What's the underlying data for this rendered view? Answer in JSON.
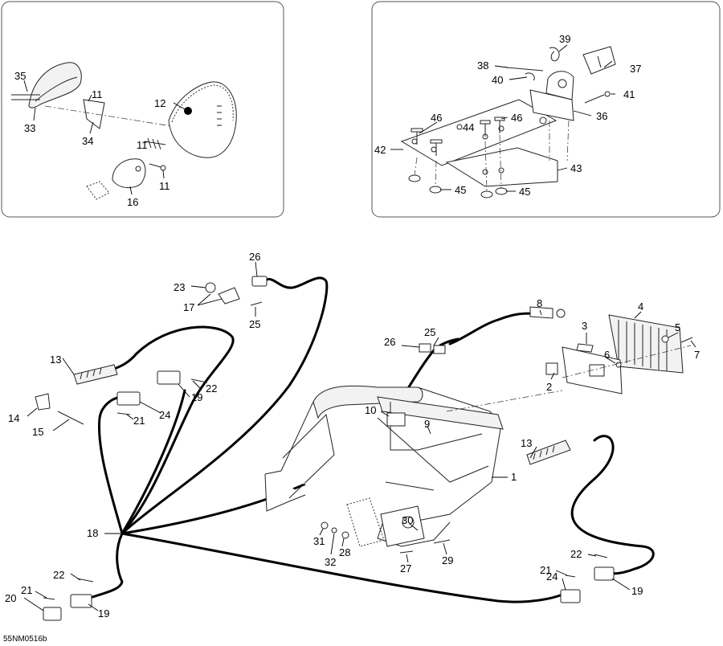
{
  "diagram": {
    "ref_code": "55NM0516b",
    "callouts": [
      {
        "key": "c35",
        "text": "35"
      },
      {
        "key": "c33",
        "text": "33"
      },
      {
        "key": "c34",
        "text": "34"
      },
      {
        "key": "c11a",
        "text": "11"
      },
      {
        "key": "c12",
        "text": "12"
      },
      {
        "key": "c11b",
        "text": "11"
      },
      {
        "key": "c11c",
        "text": "11"
      },
      {
        "key": "c16",
        "text": "16"
      },
      {
        "key": "c39",
        "text": "39"
      },
      {
        "key": "c38",
        "text": "38"
      },
      {
        "key": "c37",
        "text": "37"
      },
      {
        "key": "c40",
        "text": "40"
      },
      {
        "key": "c41",
        "text": "41"
      },
      {
        "key": "c36",
        "text": "36"
      },
      {
        "key": "c46a",
        "text": "46"
      },
      {
        "key": "c44",
        "text": "44"
      },
      {
        "key": "c46b",
        "text": "46"
      },
      {
        "key": "c42",
        "text": "42"
      },
      {
        "key": "c43",
        "text": "43"
      },
      {
        "key": "c45a",
        "text": "45"
      },
      {
        "key": "c45b",
        "text": "45"
      },
      {
        "key": "c26a",
        "text": "26"
      },
      {
        "key": "c23",
        "text": "23"
      },
      {
        "key": "c17",
        "text": "17"
      },
      {
        "key": "c25a",
        "text": "25"
      },
      {
        "key": "c13a",
        "text": "13"
      },
      {
        "key": "c22a",
        "text": "22"
      },
      {
        "key": "c19a",
        "text": "19"
      },
      {
        "key": "c14",
        "text": "14"
      },
      {
        "key": "c24a",
        "text": "24"
      },
      {
        "key": "c21a",
        "text": "21"
      },
      {
        "key": "c15",
        "text": "15"
      },
      {
        "key": "c18",
        "text": "18"
      },
      {
        "key": "c22b",
        "text": "22"
      },
      {
        "key": "c21b",
        "text": "21"
      },
      {
        "key": "c20",
        "text": "20"
      },
      {
        "key": "c19b",
        "text": "19"
      },
      {
        "key": "c8",
        "text": "8"
      },
      {
        "key": "c4",
        "text": "4"
      },
      {
        "key": "c25b",
        "text": "25"
      },
      {
        "key": "c26b",
        "text": "26"
      },
      {
        "key": "c3",
        "text": "3"
      },
      {
        "key": "c5",
        "text": "5"
      },
      {
        "key": "c7",
        "text": "7"
      },
      {
        "key": "c6",
        "text": "6"
      },
      {
        "key": "c2",
        "text": "2"
      },
      {
        "key": "c10",
        "text": "10"
      },
      {
        "key": "c9",
        "text": "9"
      },
      {
        "key": "c13b",
        "text": "13"
      },
      {
        "key": "c1",
        "text": "1"
      },
      {
        "key": "c30",
        "text": "30"
      },
      {
        "key": "c31",
        "text": "31"
      },
      {
        "key": "c28",
        "text": "28"
      },
      {
        "key": "c32",
        "text": "32"
      },
      {
        "key": "c29",
        "text": "29"
      },
      {
        "key": "c27",
        "text": "27"
      },
      {
        "key": "c22c",
        "text": "22"
      },
      {
        "key": "c21c",
        "text": "21"
      },
      {
        "key": "c24b",
        "text": "24"
      },
      {
        "key": "c19c",
        "text": "19"
      }
    ]
  }
}
